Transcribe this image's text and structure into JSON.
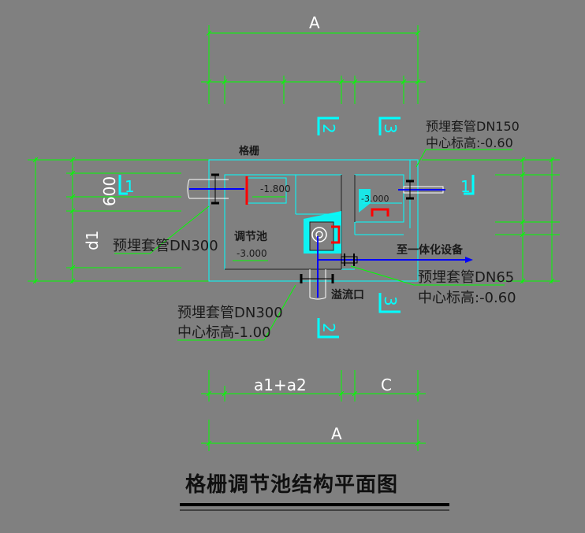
{
  "title": "格栅调节池结构平面图",
  "dimensions": {
    "top_overall": "A",
    "bottom_overall": "A",
    "bottom_left": "a1+a2",
    "bottom_right": "C",
    "left_vertical": "d1",
    "left_small": "600"
  },
  "section_marks": {
    "s1_left": "1",
    "s1_right": "1",
    "s2_top": "2",
    "s2_bottom": "2",
    "s3_top": "3",
    "s3_bottom": "3"
  },
  "labels": {
    "grille": "格栅",
    "tank_name": "调节池",
    "tank_level": "-3.000",
    "grille_level": "-1.800",
    "right_level": "-3.000",
    "overflow": "溢流口",
    "to_equipment": "至一体化设备"
  },
  "pipes": {
    "dn150_line1": "预埋套管DN150",
    "dn150_line2": "中心标高:-0.60",
    "dn300_left": "预埋套管DN300",
    "dn300_bottom_line1": "预埋套管DN300",
    "dn300_bottom_line2": "中心标高-1.00",
    "dn65_line1": "预埋套管DN65",
    "dn65_line2": "中心标高:-0.60"
  },
  "colors": {
    "background": "#808080",
    "dimension": "#00ff00",
    "structure": "#00ffff",
    "pipe": "#0000ff",
    "highlight": "#ff0000",
    "white": "#ffffff"
  }
}
